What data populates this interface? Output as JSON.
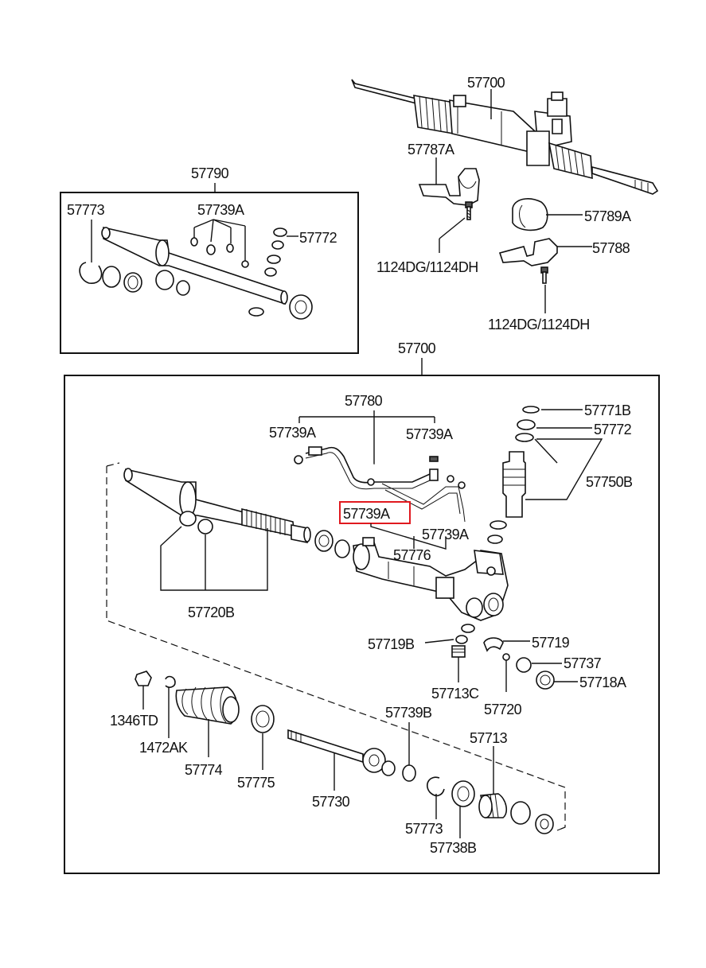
{
  "diagram": {
    "highlight_color": "#e0191f",
    "labels": {
      "assy_top": "57700",
      "clamp_left": "57787A",
      "bush": "57789A",
      "clamp_right": "57788",
      "bolt_left": "1124DG/1124DH",
      "bolt_right": "1124DG/1124DH",
      "kit_title": "57790",
      "kit_ring": "57773",
      "kit_orings": "57739A",
      "kit_seal": "57772",
      "assy_main": "57700",
      "tube_set": "57780",
      "oring_left": "57739A",
      "oring_right": "57739A",
      "oring_highlight": "57739A",
      "oring_lower": "57739A",
      "tube_clip": "57776",
      "seal_b": "57771B",
      "seal_top": "57772",
      "valve": "57750B",
      "rack_seals": "57720B",
      "ring_b": "57719B",
      "ring_guide": "57719",
      "screw": "57713C",
      "yoke": "57737",
      "spring": "57720",
      "plug": "57718A",
      "nut": "1346TD",
      "clip": "1472AK",
      "bellows": "57774",
      "band": "57775",
      "tie_rod": "57730",
      "oring_b": "57739B",
      "snap_ring": "57773",
      "bearing": "57738B",
      "housing_cap": "57713"
    }
  }
}
